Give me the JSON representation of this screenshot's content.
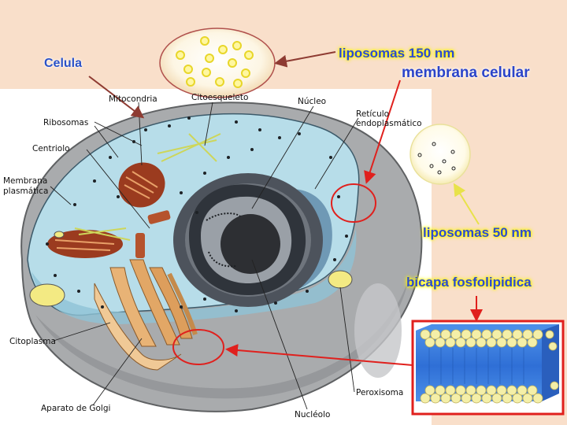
{
  "labels": {
    "celula": "Celula",
    "liposomas_150": "liposomas 150 nm",
    "membrana_celular": "membrana celular",
    "liposomas_50": "liposomas 50 nm",
    "bicapa": "bicapa fosfolipidica",
    "mitocondria": "Mitocondria",
    "citoesqueleto": "Citoesqueleto",
    "nucleo": "Núcleo",
    "reticulo_line1": "Retículo",
    "reticulo_line2": "endoplasmático",
    "ribosomas": "Ribosomas",
    "centriolo": "Centriolo",
    "membrana_plasmatica_line1": "Membrana",
    "membrana_plasmatica_line2": "plasmática",
    "citoplasma": "Citoplasma",
    "aparato_golgi": "Aparato de Golgi",
    "nucleolo": "Nucléolo",
    "peroxisoma": "Peroxisoma"
  },
  "colors": {
    "background": "#f9dfca",
    "cytoplasm": "#b7dde9",
    "cell_outer": "#a6a8aa",
    "nucleus_dark": "#3a3f47",
    "golgi": "#e8b376",
    "mitochondria": "#9b3b1f",
    "highlight_red": "#e0201d",
    "label_blue": "#2c4bd1",
    "arrow_yellow": "#f0ec5c",
    "arrow_brown": "#8e3b32"
  }
}
